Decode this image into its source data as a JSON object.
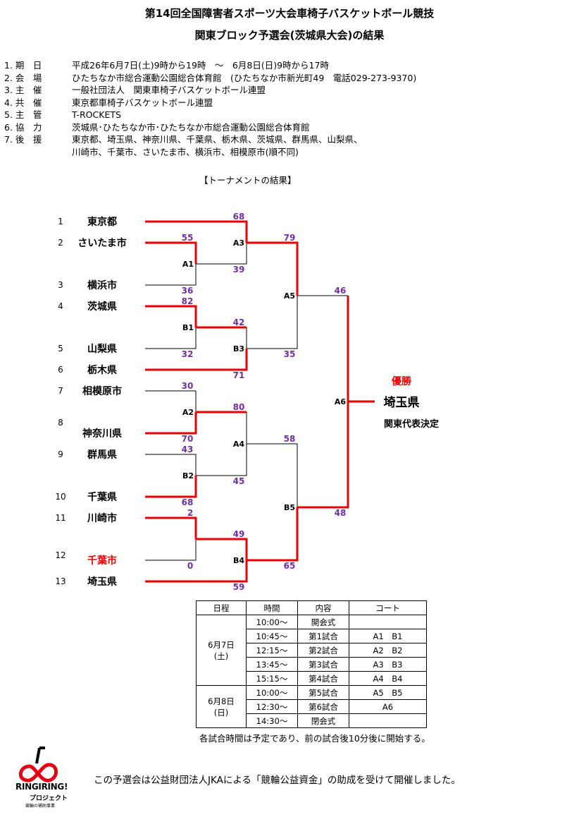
{
  "title": {
    "line1": "第14回全国障害者スポーツ大会車椅子バスケットボール競技",
    "line2": "関東ブロック予選会(茨城県大会)の結果"
  },
  "info": [
    {
      "label": "1. 期　日",
      "value": "平成26年6月7日(土)9時から19時　～　6月8日(日)9時から17時"
    },
    {
      "label": "2. 会　場",
      "value": "ひたちなか市総合運動公園総合体育館　(ひたちなか市新光町49　電話029-273-9370)"
    },
    {
      "label": "3. 主　催",
      "value": "一般社団法人　関東車椅子バスケットボール連盟"
    },
    {
      "label": "4. 共　催",
      "value": "東京都車椅子バスケットボール連盟"
    },
    {
      "label": "5. 主　管",
      "value": "T-ROCKETS"
    },
    {
      "label": "6. 協　力",
      "value": "茨城県･ひたちなか市･ひたちなか市総合運動公園総合体育館"
    },
    {
      "label": "7. 後　援",
      "value": "東京都、埼玉県、神奈川県、千葉県、栃木県、茨城県、群馬県、山梨県、"
    },
    {
      "label": "",
      "value": "川崎市、千葉市、さいたま市、横浜市、相模原市(順不同)"
    }
  ],
  "tournament_heading": "【トーナメントの結果】",
  "teams": [
    {
      "num": "1",
      "name": "東京都"
    },
    {
      "num": "2",
      "name": "さいたま市"
    },
    {
      "num": "3",
      "name": "横浜市"
    },
    {
      "num": "4",
      "name": "茨城県"
    },
    {
      "num": "5",
      "name": "山梨県"
    },
    {
      "num": "6",
      "name": "栃木県"
    },
    {
      "num": "7",
      "name": "相模原市"
    },
    {
      "num": "8",
      "name": "神奈川県"
    },
    {
      "num": "9",
      "name": "群馬県"
    },
    {
      "num": "10",
      "name": "千葉県"
    },
    {
      "num": "11",
      "name": "川崎市"
    },
    {
      "num": "12",
      "name": "千葉市"
    },
    {
      "num": "13",
      "name": "埼玉県"
    }
  ],
  "games": [
    "A1",
    "B1",
    "A2",
    "B2",
    "A3",
    "B3",
    "A4",
    "B4",
    "A5",
    "B5",
    "A6"
  ],
  "scores": [
    "68",
    "55",
    "79",
    "39",
    "36",
    "82",
    "42",
    "46",
    "32",
    "35",
    "71",
    "30",
    "80",
    "70",
    "58",
    "43",
    "45",
    "68",
    "2",
    "49",
    "48",
    "0",
    "65",
    "59"
  ],
  "champion": {
    "label": "優勝",
    "team": "埼玉県",
    "note": "関東代表決定"
  },
  "colors": {
    "win": "#ee0000",
    "score": "#7030a0",
    "highlight": "#ee0000"
  },
  "schedule": {
    "headers": [
      "日程",
      "時間",
      "内容",
      "コート"
    ],
    "day1": "6月7日 (土)",
    "day2": "6月8日 (日)",
    "rows": [
      {
        "time": "10:00～",
        "content": "開会式",
        "court": ""
      },
      {
        "time": "10:45～",
        "content": "第1試合",
        "court": "A1　B1"
      },
      {
        "time": "12:15～",
        "content": "第2試合",
        "court": "A2　B2"
      },
      {
        "time": "13:45～",
        "content": "第3試合",
        "court": "A3　B3"
      },
      {
        "time": "15:15～",
        "content": "第4試合",
        "court": "A4　B4"
      },
      {
        "time": "10:00～",
        "content": "第5試合",
        "court": "A5　B5"
      },
      {
        "time": "12:30～",
        "content": "第6試合",
        "court": "A6"
      },
      {
        "time": "14:30～",
        "content": "閉会式",
        "court": ""
      }
    ]
  },
  "note": "各試合時間は予定であり、前の試合後10分後に開始する。",
  "footer": "この予選会は公益財団法人JKAによる「競輪公益資金」の助成を受けて開催しました。",
  "logo": {
    "line1": "RINGIRING!",
    "line2": "プロジェクト",
    "line3": "競輪の補助事業"
  }
}
